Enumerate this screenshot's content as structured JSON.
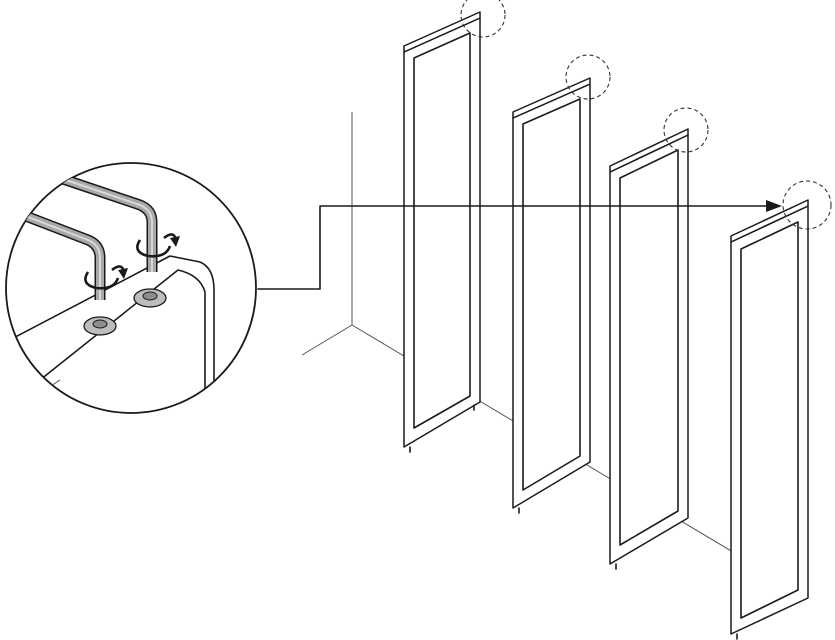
{
  "diagram": {
    "panel_count": 4,
    "panels": [
      "panel-1",
      "panel-2",
      "panel-3",
      "panel-4"
    ],
    "detail": {
      "tool": "hex-key",
      "tool_count": 2,
      "fastener_count": 2,
      "rotation_indicator": "clockwise"
    }
  }
}
